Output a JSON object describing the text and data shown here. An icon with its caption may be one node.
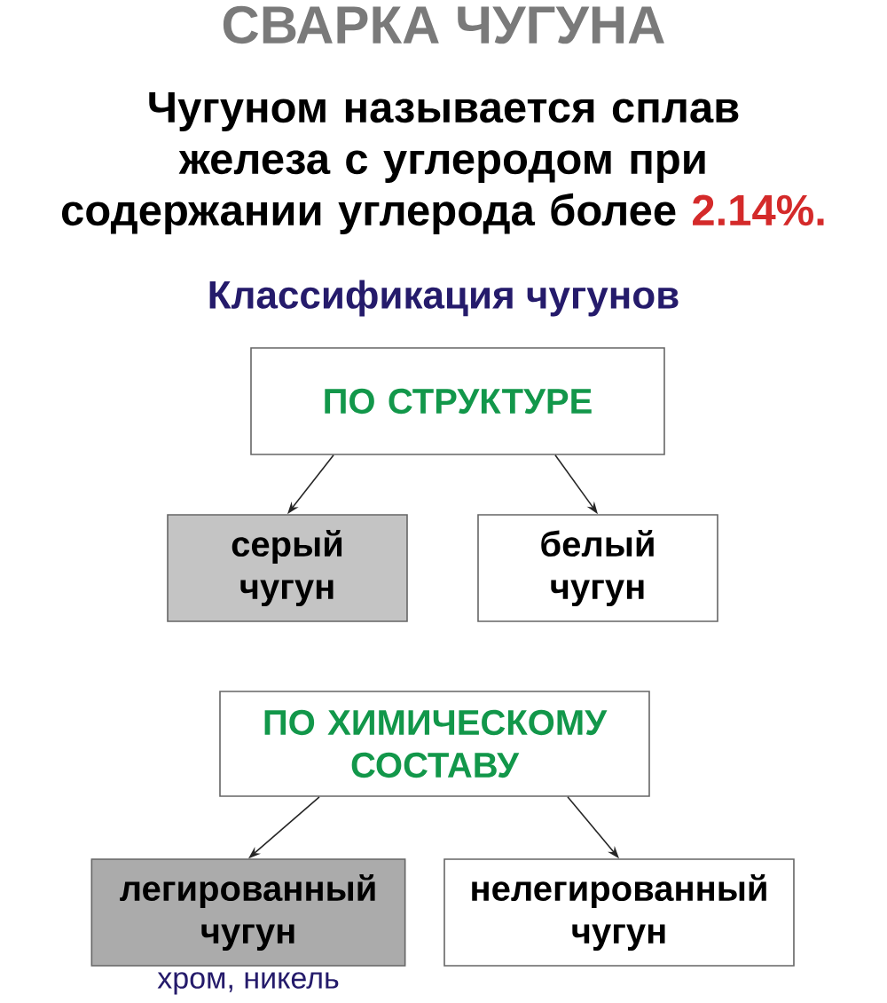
{
  "diagram": {
    "title": "СВАРКА ЧУГУНА",
    "nodes": [
      {
        "text": [
          "ПО СТРУКТУРЕ"
        ]
      },
      {
        "text": [
          "серый чугун"
        ]
      },
      {
        "text": [
          "белый чугун"
        ]
      },
      {
        "text": [
          "ПО ХИМИЧЕСКОМУ СОСТАВУ"
        ]
      },
      {
        "text": [
          "легированный чугун"
        ],
        "beside": [
          "хром, никель"
        ]
      },
      {
        "text": [
          "нелегированный чугун"
        ]
      }
    ],
    "edges": [
      {
        "from": 0,
        "to": 1,
        "arrow": "to"
      },
      {
        "from": 0,
        "to": 2,
        "arrow": "to"
      },
      {
        "from": 3,
        "to": 4,
        "arrow": "to"
      },
      {
        "from": 3,
        "to": 5,
        "arrow": "to"
      }
    ],
    "labels": [
      "Чугуном называется сплав железа с углеродом при содержании углерода более",
      "2.14%.",
      "Классификация чугунов"
    ]
  }
}
